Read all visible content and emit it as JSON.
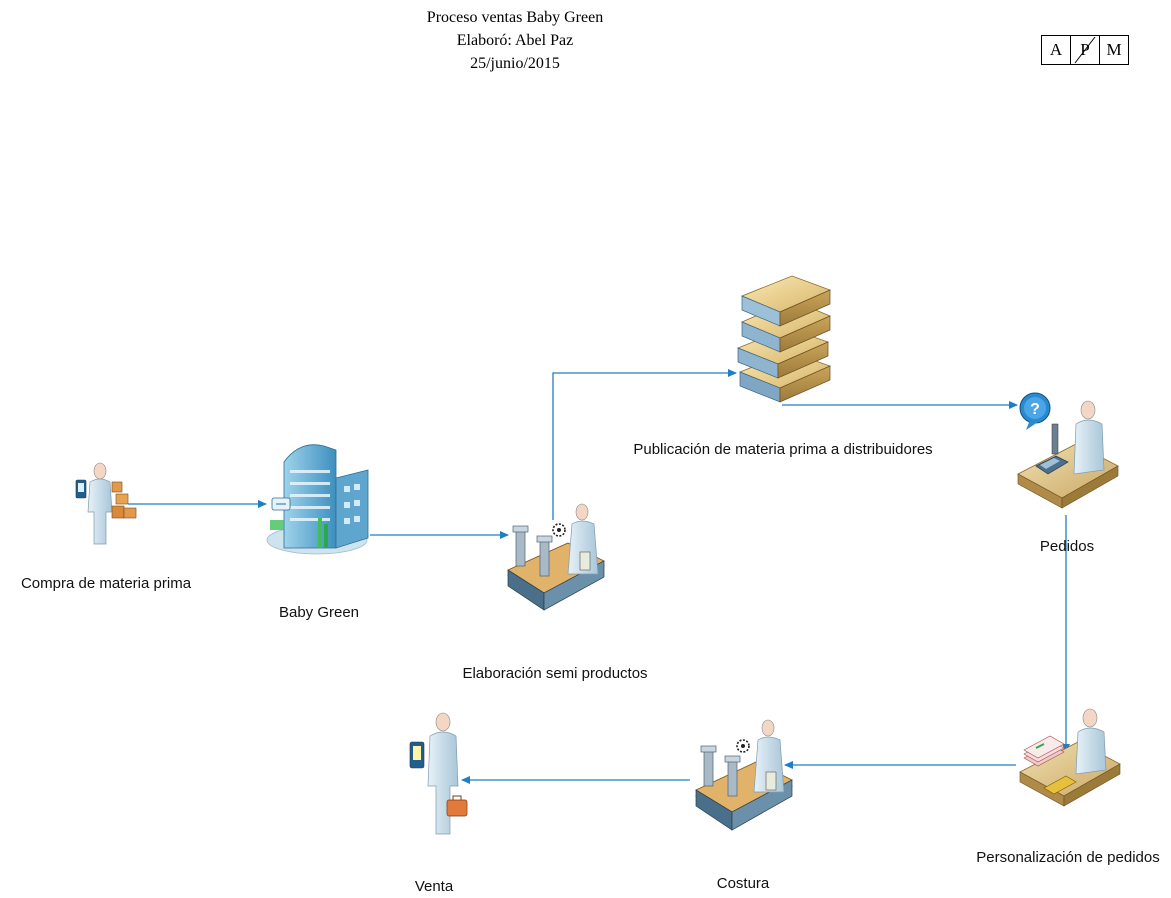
{
  "header": {
    "line1": "Proceso ventas Baby Green",
    "line2": "Elaboró: Abel  Paz",
    "line3": "25/junio/2015"
  },
  "apm_box": [
    "A",
    "P",
    "M"
  ],
  "nodes": {
    "compra": "Compra de materia prima",
    "baby_green": "Baby Green",
    "elaboracion": "Elaboración semi productos",
    "publicacion": "Publicación de materia prima a distribuidores",
    "pedidos": "Pedidos",
    "personalizacion": "Personalización de pedidos",
    "costura": "Costura",
    "venta": "Venta"
  },
  "colors": {
    "connector": "#1f7fc4"
  }
}
